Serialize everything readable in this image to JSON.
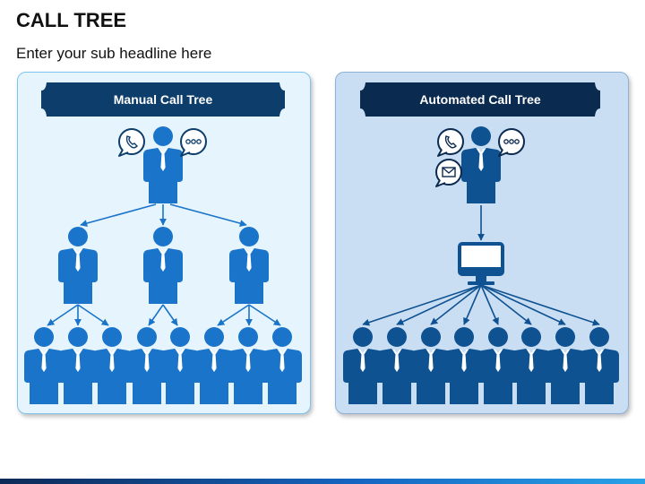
{
  "header": {
    "title": "CALL TREE",
    "subtitle": "Enter your sub headline here"
  },
  "panels": {
    "manual": {
      "title": "Manual Call Tree"
    },
    "automated": {
      "title": "Automated Call Tree"
    }
  },
  "colors": {
    "manual_banner": "#0d3d6b",
    "automated_banner": "#0b2a50",
    "manual_people": "#1a74c9",
    "automated_people": "#0f5291",
    "manual_panel_bg": "#e6f4fd",
    "automated_panel_bg": "#c9def3"
  },
  "icons": [
    "phone-bubble-icon",
    "chat-dots-bubble-icon",
    "email-bubble-icon",
    "computer-monitor-icon",
    "person-icon"
  ]
}
